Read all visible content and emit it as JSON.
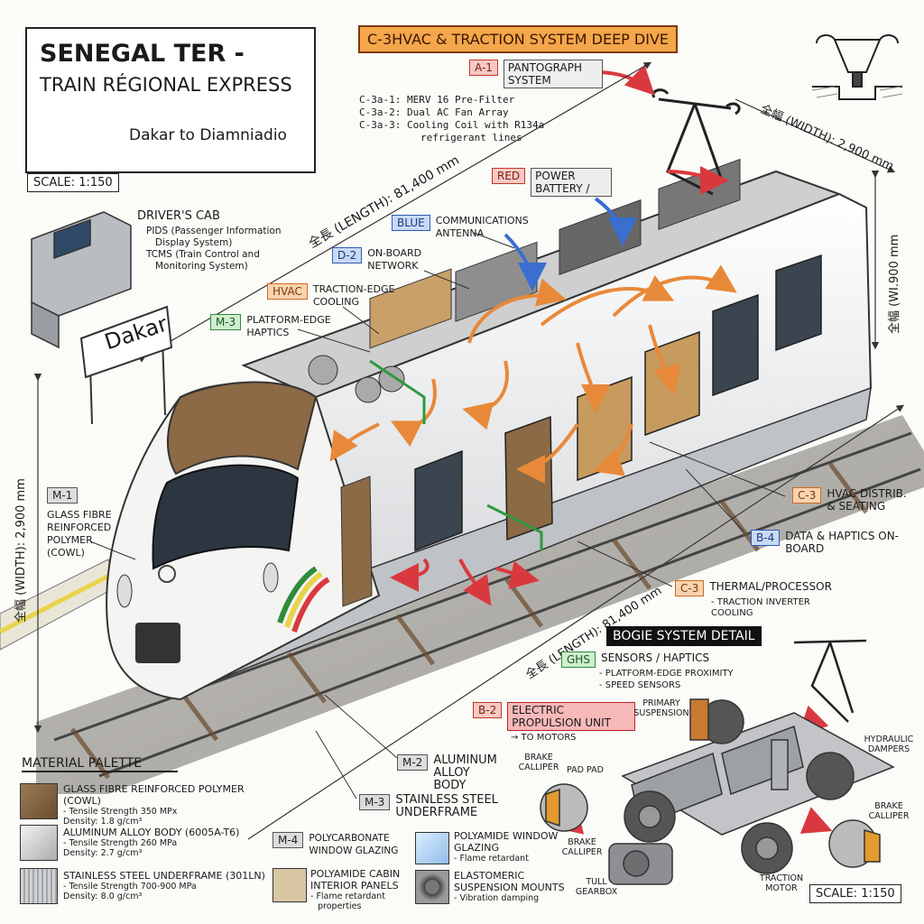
{
  "title": {
    "line1": "SENEGAL TER -",
    "line2": "TRAIN RÉGIONAL EXPRESS",
    "route": "Dakar to Diamniadio"
  },
  "scale_top": "SCALE: 1:150",
  "scale_bottom": "SCALE: 1:150",
  "header_banner": "C-3HVAC & TRACTION SYSTEM DEEP DIVE",
  "pantograph": {
    "tag": "A-1",
    "label": "PANTOGRAPH SYSTEM"
  },
  "hvac_specs": [
    "C-3a-1: MERV 16 Pre-Filter",
    "C-3a-2: Dual AC Fan Array",
    "C-3a-3: Cooling Coil with R134a",
    "refrigerant lines"
  ],
  "drivers_cab": {
    "title": "DRIVER'S CAB",
    "items": [
      "PIDS (Passenger Information",
      "Display System)",
      "TCMS (Train Control and",
      "Monitoring System)"
    ]
  },
  "station_sign": "Dakar",
  "dims": {
    "length_top": "全長 (LENGTH): 81,400 mm",
    "width_top": "全幅 (WIDTH): 2,900 mm",
    "height_right": "全幅 (WI.900 mm",
    "width_left": "全幅 (WIDTH): 2,900 mm",
    "length_bottom": "全長 (LENGTH): 81,400 mm"
  },
  "callouts": {
    "power": {
      "tag": "RED",
      "label": "POWER BATTERY /"
    },
    "comms": {
      "tag": "BLUE",
      "label": "COMMUNICATIONS ANTENNA"
    },
    "network": {
      "tag": "D-2",
      "label": "ON-BOARD NETWORK"
    },
    "hvac": {
      "tag": "HVAC",
      "label": "TRACTION-EDGE COOLING"
    },
    "haptics": {
      "tag": "M-3",
      "label": "PLATFORM-EDGE HAPTICS"
    },
    "cowl": {
      "tag": "M-1",
      "label": "GLASS FIBRE REINFORCED POLYMER (COWL)"
    },
    "hvac_distrib": {
      "tag": "C-3",
      "label": "HVAC DISTRIB. & SEATING"
    },
    "data_haptics": {
      "tag": "B-4",
      "label": "DATA & HAPTICS ON-BOARD"
    },
    "thermal": {
      "tag": "C-3",
      "label": "THERMAL/PROCESSOR",
      "sub": "- TRACTION INVERTER COOLING"
    },
    "sensors": {
      "tag": "GHS",
      "label": "SENSORS / HAPTICS",
      "sub1": "- PLATFORM-EDGE PROXIMITY",
      "sub2": "- SPEED SENSORS"
    },
    "propulsion": {
      "tag": "B-2",
      "label": "ELECTRIC PROPULSION UNIT",
      "sub": "→ TO MOTORS"
    },
    "aluminum": {
      "tag": "M-2",
      "label": "ALUMINUM ALLOY BODY"
    },
    "stainless": {
      "tag": "M-3",
      "label": "STAINLESS STEEL UNDERFRAME"
    },
    "polycarb": {
      "tag": "M-4",
      "label": "POLYCARBONATE WINDOW GLAZING"
    }
  },
  "bogie": {
    "title": "BOGIE SYSTEM DETAIL",
    "primary": "PRIMARY SUSPENSION",
    "hydraulic": "HYDRAULIC DAMPERS",
    "brake_l": "BRAKE CALLIPER",
    "pad": "PAD PAD",
    "brake_c": "BRAKE CALLIPER",
    "brake_r": "BRAKE CALLIPER",
    "gearbox": "TULL GEARBOX",
    "motor": "TRACTION MOTOR"
  },
  "palette": {
    "title": "MATERIAL PALETTE",
    "items": [
      {
        "name": "GLASS FIBRE REINFORCED POLYMER (COWL)",
        "l1": "- Tensile Strength 350 MPx",
        "l2": "Density: 1.8 g/cm³"
      },
      {
        "name": "ALUMINUM ALLOY BODY (6005A-T6)",
        "l1": "- Tensile Strength 260 MPa",
        "l2": "Density: 2.7 g/cm³"
      },
      {
        "name": "STAINLESS STEEL UNDERFRAME (301LN)",
        "l1": "- Tensile Strength 700-900 MPa",
        "l2": "Density: 8.0 g/cm³"
      },
      {
        "name": "POLYAMIDE WINDOW GLAZING",
        "l1": "- Flame retardant",
        "l2": ""
      },
      {
        "name": "POLYAMIDE CABIN INTERIOR PANELS",
        "l1": "- Flame retardant",
        "l2": "properties"
      },
      {
        "name": "ELASTOMERIC SUSPENSION MOUNTS",
        "l1": "- Vibration damping",
        "l2": ""
      }
    ]
  },
  "colors": {
    "brown": "#8b6a45",
    "orange": "#e8893a",
    "red": "#d9393e",
    "blue": "#3a6fd1",
    "green": "#2f9a3f"
  }
}
